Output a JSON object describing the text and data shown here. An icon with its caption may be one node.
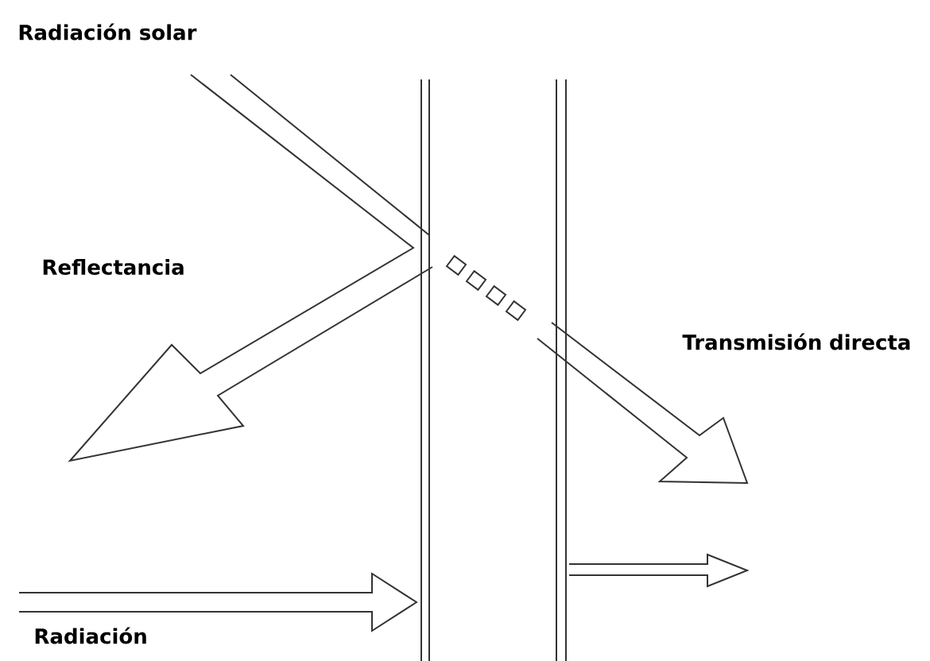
{
  "diagram": {
    "labels": [
      "Radiación solar",
      "Reflectancia",
      "Transmisión directa",
      "Radiación"
    ]
  }
}
